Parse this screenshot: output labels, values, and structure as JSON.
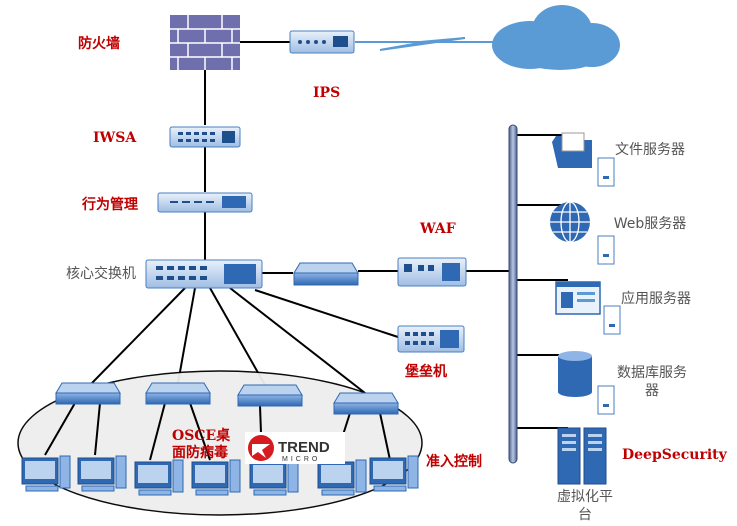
{
  "labels": {
    "firewall": "防火墙",
    "ips": "IPS",
    "iwsa": "IWSA",
    "behavior": "行为管理",
    "core_switch": "核心交换机",
    "waf": "WAF",
    "bastion": "堡垒机",
    "osce": "OSCE桌面防病毒",
    "access_control": "准入控制",
    "deep_security": "DeepSecurity",
    "trend_logo": "TREND MICRO"
  },
  "servers": [
    {
      "label": "文件服务器"
    },
    {
      "label": "Web服务器"
    },
    {
      "label": "应用服务器"
    },
    {
      "label": "数据库服务器"
    },
    {
      "label": "虚拟化平台"
    }
  ],
  "colors": {
    "device_blue": "#4a7fc1",
    "device_dark": "#1f4e8c",
    "label_red": "#c00000",
    "label_grey": "#555555",
    "cloud": "#5b9bd5",
    "firewall": "#6f6fae"
  }
}
